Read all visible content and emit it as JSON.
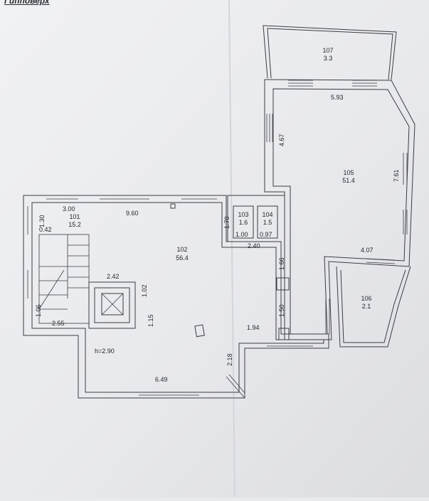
{
  "header": {
    "title": "Гипповерх"
  },
  "rooms": [
    {
      "id": "101",
      "area": "15.2"
    },
    {
      "id": "102",
      "area": "56.4"
    },
    {
      "id": "103",
      "area": "1.6"
    },
    {
      "id": "104",
      "area": "1.5"
    },
    {
      "id": "105",
      "area": "51.4"
    },
    {
      "id": "106",
      "area": "2.1"
    },
    {
      "id": "107",
      "area": "3.3"
    }
  ],
  "dimensions": {
    "d_3_00": "3.00",
    "d_9_60": "9.60",
    "d_1_30": "1.30",
    "d_0_42": "0.42",
    "d_1_70": "1.70",
    "d_1_00": "1.00",
    "d_0_97": "0.97",
    "d_2_40": "2.40",
    "d_5_93": "5.93",
    "d_4_67": "4.67",
    "d_7_61": "7.61",
    "d_4_07": "4.07",
    "d_1_66": "1.66",
    "d_1_50": "1.50",
    "d_1_94": "1.94",
    "d_2_18": "2.18",
    "d_2_42": "2.42",
    "d_1_02": "1.02",
    "d_1_15": "1.15",
    "d_1_06": "1.06",
    "d_2_55": "2.55",
    "d_6_49": "6.49"
  },
  "ceiling_height": "h=2.90"
}
